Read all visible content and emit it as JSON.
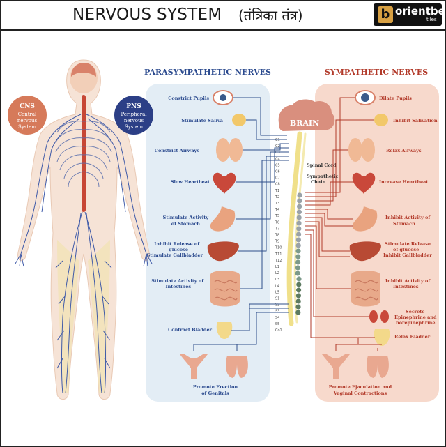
{
  "header": {
    "title": "NERVOUS SYSTEM",
    "title_hindi": "(तंत्रिका तंत्र)",
    "logo_mark": "b",
    "logo_text": "orientbell",
    "logo_sub": "tiles"
  },
  "cns_badge": {
    "abbr": "CNS",
    "line1": "Central",
    "line2": "nervous",
    "line3": "System"
  },
  "pns_badge": {
    "abbr": "PNS",
    "line1": "Peripheral",
    "line2": "nervous",
    "line3": "System"
  },
  "parasympathetic": {
    "title": "PARASYMPATHETIC NERVES",
    "labels": {
      "pupils": "Constrict Pupils",
      "saliva": "Stimulate Saliva",
      "airways": "Constrict Airways",
      "heart": "Slow Heartbeat",
      "stomach_1": "Stimulate Activity",
      "stomach_2": "of Stomach",
      "liver_1": "Inhibit Release of",
      "liver_2": "glucose",
      "liver_3": "Stimulate Gallbladder",
      "intestines_1": "Stimulate Activity of",
      "intestines_2": "Intestines",
      "bladder": "Contract Bladder",
      "genitals_1": "Promote Erection",
      "genitals_2": "of Genitals"
    }
  },
  "sympathetic": {
    "title": "SYMPATHETIC NERVES",
    "labels": {
      "pupils": "Dilate Pupils",
      "saliva": "Inhibit Salivation",
      "airways": "Relax Airways",
      "heart": "Increase Heartbeat",
      "stomach_1": "Inhibit Activity of",
      "stomach_2": "Stomach",
      "liver_1": "Stimulate Release",
      "liver_2": "of glucose",
      "liver_3": "Inhibit Gallbladder",
      "intestines_1": "Inhibit Activity of",
      "intestines_2": "Intestines",
      "adrenal_1": "Secrete",
      "adrenal_2": "Epinephrine and",
      "adrenal_3": "norepinephrine",
      "bladder": "Relax Bladder",
      "genitals_1": "Promote Ejaculation and",
      "genitals_2": "Vaginal Contractions"
    }
  },
  "center": {
    "brain": "BRAIN",
    "spinal_cord": "Spinal Cord",
    "sympathetic_chain_1": "Sympathetic",
    "sympathetic_chain_2": "Chain",
    "vertebrae": [
      "C1",
      "C2",
      "C3",
      "C4",
      "C5",
      "C6",
      "C7",
      "C8",
      "T1",
      "T2",
      "T3",
      "T4",
      "T5",
      "T6",
      "T7",
      "T8",
      "T9",
      "T10",
      "T11",
      "T12",
      "L1",
      "L2",
      "L3",
      "L4",
      "L5",
      "S1",
      "S2",
      "S3",
      "S4",
      "S5",
      "Co1"
    ]
  },
  "colors": {
    "para_title": "#2b4a8e",
    "symp_title": "#b23a2a",
    "para_bg": "#e3edf5",
    "symp_bg": "#f7d9cc",
    "cns_badge": "#d67a5a",
    "pns_badge": "#2c3f86",
    "para_line": "#2f4f8a",
    "symp_line": "#b23a2a"
  }
}
